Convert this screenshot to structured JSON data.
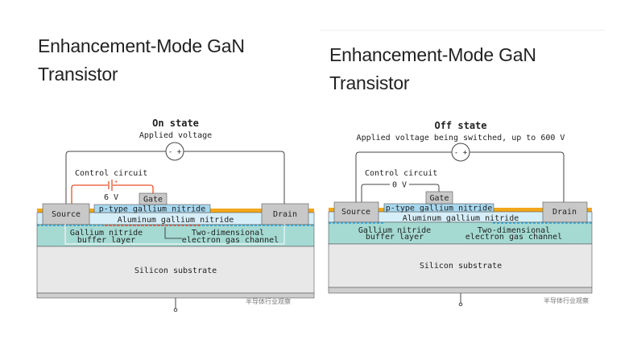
{
  "left": {
    "title_line1": "Enhancement-Mode GaN",
    "title_line2": "Transistor",
    "state": "On state",
    "applied": "Applied voltage",
    "source_symbol": "- +",
    "control": "Control circuit",
    "gate_voltage": "6 V",
    "battery_plus": "+",
    "gate": "Gate",
    "source": "Source",
    "drain": "Drain",
    "ptype": "p-type gallium nitride",
    "algan": "Aluminum gallium nitride",
    "buffer1": "Gallium nitride",
    "buffer2": "buffer layer",
    "channel1": "Two-dimensional",
    "channel2": "electron gas channel",
    "substrate": "Silicon substrate",
    "watermark": "半导体行业观察"
  },
  "right": {
    "title_line1": "Enhancement-Mode GaN",
    "title_line2": "Transistor",
    "state": "Off state",
    "applied": "Applied voltage being switched, up to 600 V",
    "source_symbol": "- +",
    "control": "Control circuit",
    "gate_voltage": "0 V",
    "gate": "Gate",
    "source": "Source",
    "drain": "Drain",
    "ptype": "p-type gallium nitride",
    "algan": "Aluminum gallium nitride",
    "buffer1": "Gallium nitride",
    "buffer2": "buffer layer",
    "channel1": "Two-dimensional",
    "channel2": "electron gas channel",
    "substrate": "Silicon substrate",
    "watermark": "半导体行业观察"
  },
  "colors": {
    "contact": "#c8c8c8",
    "ptype": "#a8d8ef",
    "algan": "#d6eef8",
    "orange_layer": "#f2a71b",
    "buffer": "#a5dad3",
    "substrate": "#e8e8e8",
    "electron_gas": "#2a9fd8",
    "control_on": "#e8512a"
  }
}
